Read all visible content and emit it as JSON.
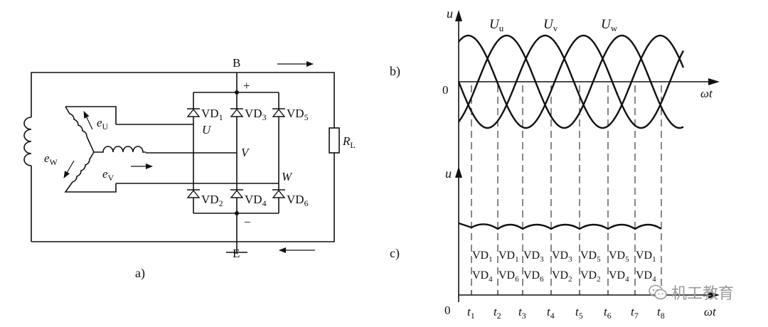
{
  "panel_a": {
    "caption": "a)",
    "node_top": "B",
    "node_bottom": "E",
    "plus": "+",
    "minus": "−",
    "phase_u": "U",
    "phase_v": "V",
    "phase_w": "W",
    "emf_u": "e",
    "emf_u_sub": "U",
    "emf_v": "e",
    "emf_v_sub": "V",
    "emf_w": "e",
    "emf_w_sub": "W",
    "load": "R",
    "load_sub": "L",
    "diode_prefix": "VD",
    "diodes": [
      "1",
      "3",
      "5",
      "2",
      "4",
      "6"
    ]
  },
  "panel_b": {
    "caption": "b)",
    "axis_y": "u",
    "axis_x": "ωt",
    "origin": "0",
    "wave_u": "U",
    "wave_u_sub": "u",
    "wave_v": "U",
    "wave_v_sub": "v",
    "wave_w": "U",
    "wave_w_sub": "w"
  },
  "panel_c": {
    "caption": "c)",
    "axis_y": "u",
    "axis_x": "ωt",
    "origin": "0",
    "time_prefix": "t",
    "time_marks": [
      "1",
      "2",
      "3",
      "4",
      "5",
      "6",
      "7",
      "8"
    ],
    "conduction_prefix": "VD",
    "conduction_top": [
      "1",
      "1",
      "3",
      "3",
      "5",
      "5",
      "1"
    ],
    "conduction_bottom": [
      "4",
      "6",
      "6",
      "2",
      "2",
      "4",
      "4"
    ]
  },
  "watermark": {
    "text": "机工教育",
    "icon": "wechat-icon"
  }
}
